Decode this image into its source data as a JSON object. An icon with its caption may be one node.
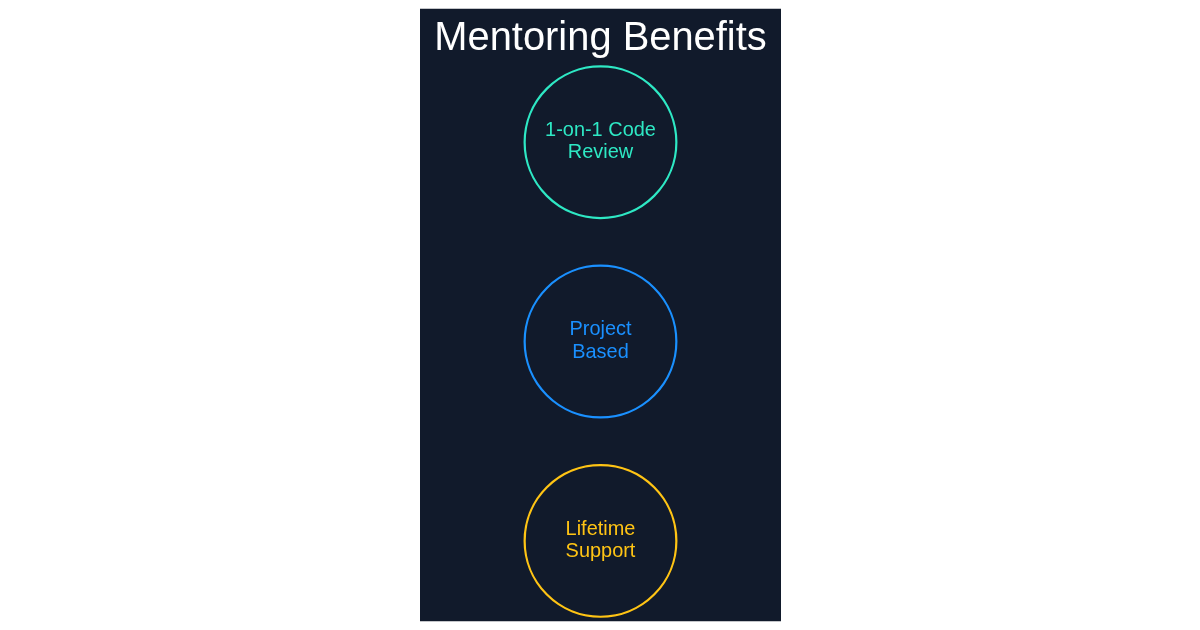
{
  "diagram": {
    "title": "Mentoring Benefits",
    "nodes": [
      {
        "text": [
          "1-on-1 Code Review"
        ]
      },
      {
        "text": [
          "Project Based"
        ]
      },
      {
        "text": [
          "Lifetime Support"
        ]
      }
    ],
    "edges": []
  }
}
